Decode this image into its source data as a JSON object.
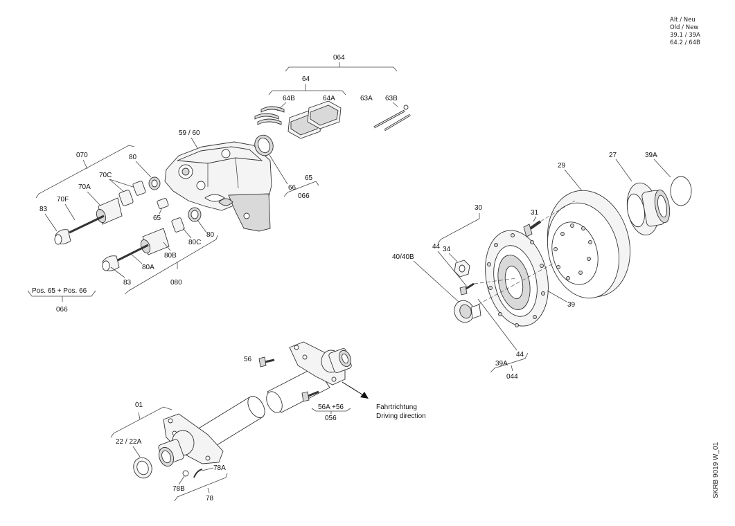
{
  "legend": {
    "lines": [
      "Alt / Neu",
      "Old / New",
      "39.1 / 39A",
      "64.2 / 64B"
    ]
  },
  "doc_id": "SKRB 9019 W_01",
  "direction": {
    "line1": "Fahrtrichtung",
    "line2": "Driving direction"
  },
  "labels": {
    "l064": "064",
    "l64": "64",
    "l64B": "64B",
    "l64A": "64A",
    "l63A": "63A",
    "l63B": "63B",
    "l59_60": "59 / 60",
    "l070": "070",
    "l80_top": "80",
    "l70C": "70C",
    "l70A": "70A",
    "l70F": "70F",
    "l83_top": "83",
    "l66": "66",
    "l65_right": "65",
    "l066_right": "066",
    "l65_mid": "65",
    "l80_right": "80",
    "l80C": "80C",
    "l80B": "80B",
    "l80A": "80A",
    "l83_bottom": "83",
    "l080": "080",
    "pos_group": "Pos. 65 + Pos. 66",
    "l066_left": "066",
    "l29": "29",
    "l27": "27",
    "l39A_top": "39A",
    "l30": "30",
    "l31": "31",
    "l44_top": "44",
    "l34": "34",
    "l40_40B": "40/40B",
    "l39": "39",
    "l44_bottom": "44",
    "l39A_bottom": "39A",
    "l044": "044",
    "l56": "56",
    "l56A_56": "56A +56",
    "l056": "056",
    "l01": "01",
    "l22_22A": "22 / 22A",
    "l78A": "78A",
    "l78B": "78B",
    "l78": "78"
  }
}
